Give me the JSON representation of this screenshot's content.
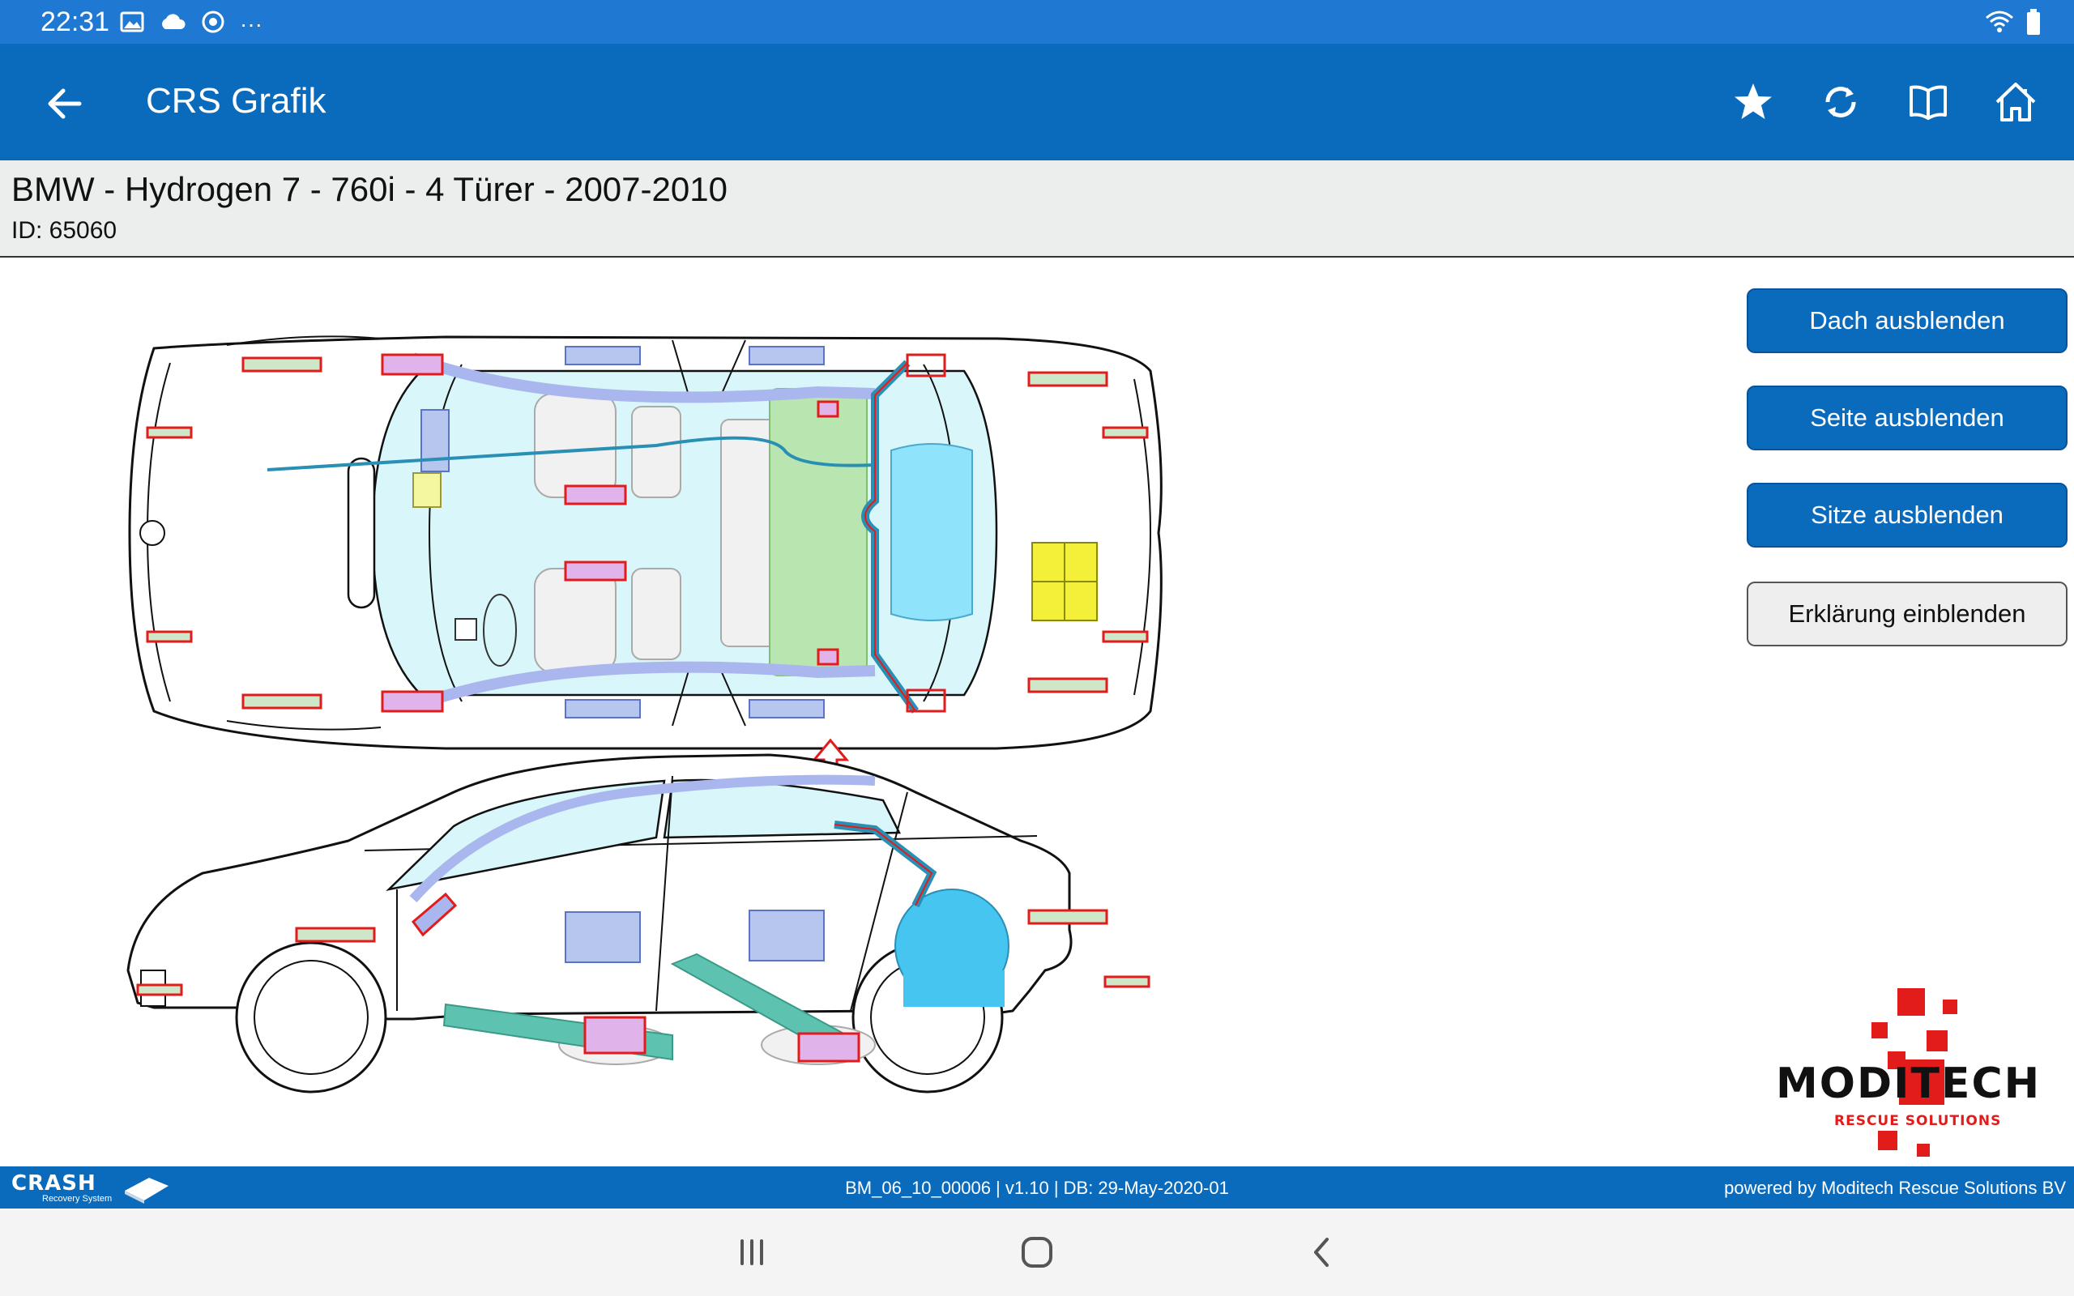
{
  "status_bar": {
    "time": "22:31",
    "icons": [
      "image-icon",
      "cloud-icon",
      "chrome-icon",
      "more-dots-icon"
    ],
    "right_icons": [
      "wifi-icon",
      "battery-icon"
    ],
    "more": "···"
  },
  "app_bar": {
    "title": "CRS Grafik",
    "actions": [
      "star-icon",
      "refresh-icon",
      "book-icon",
      "home-icon"
    ]
  },
  "vehicle": {
    "name": "BMW - Hydrogen 7 - 760i - 4 Türer - 2007-2010",
    "id_label": "ID: 65060"
  },
  "buttons": {
    "roof": "Dach ausblenden",
    "side": "Seite ausblenden",
    "seats": "Sitze ausblenden",
    "legend": "Erklärung einblenden"
  },
  "logo": {
    "word": "MODITECH",
    "sub": "RESCUE SOLUTIONS"
  },
  "footer": {
    "brand_top": "CRASH",
    "brand_bottom": "Recovery System",
    "version": "BM_06_10_00006 | v1.10 | DB: 29-May-2020-01",
    "powered": "powered by Moditech Rescue Solutions BV"
  },
  "colors": {
    "status_bar": "#1f78d1",
    "app_bar": "#0a6bbd",
    "airbag_outline": "#e21b1b",
    "glass": "#d9f7fb",
    "tank": "#45c5f0",
    "battery": "#f4f03a",
    "reinforcement": "#5ec2b0"
  }
}
